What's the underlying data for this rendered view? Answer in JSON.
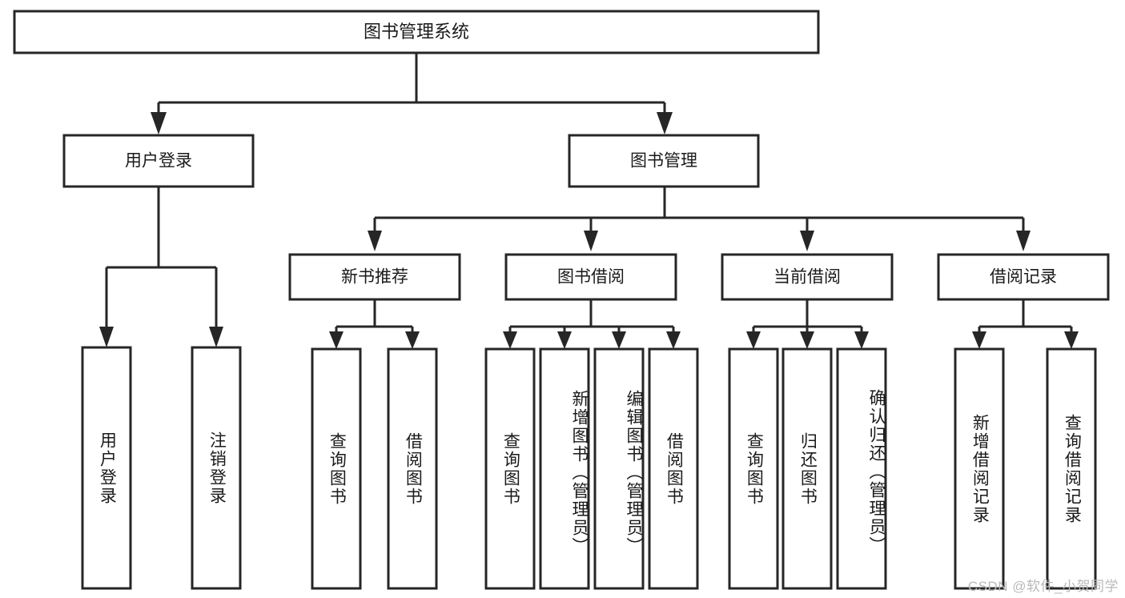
{
  "diagram": {
    "title": "图书管理系统",
    "type": "functional-hierarchy-tree",
    "watermark": "CSDN @软件_小贺同学",
    "colors": {
      "stroke": "#262626",
      "fill": "#ffffff",
      "text": "#1a1a1a",
      "watermark": "#b9b9b9",
      "background": "#ffffff"
    },
    "root": {
      "label": "图书管理系统"
    },
    "level2": [
      {
        "label": "用户登录"
      },
      {
        "label": "图书管理"
      }
    ],
    "level3": [
      {
        "label": "新书推荐"
      },
      {
        "label": "图书借阅"
      },
      {
        "label": "当前借阅"
      },
      {
        "label": "借阅记录"
      }
    ],
    "leaves": {
      "user_login": [
        {
          "label": "用户登录"
        },
        {
          "label": "注销登录"
        }
      ],
      "new_book_recommend": [
        {
          "label": "查询图书"
        },
        {
          "label": "借阅图书"
        }
      ],
      "book_borrow": [
        {
          "label": "查询图书"
        },
        {
          "label": "新增图书（管理员）"
        },
        {
          "label": "编辑图书（管理员）"
        },
        {
          "label": "借阅图书"
        }
      ],
      "current_borrow": [
        {
          "label": "查询图书"
        },
        {
          "label": "归还图书"
        },
        {
          "label": "确认归还（管理员）"
        }
      ],
      "borrow_record": [
        {
          "label": "新增借阅记录"
        },
        {
          "label": "查询借阅记录"
        }
      ]
    }
  }
}
